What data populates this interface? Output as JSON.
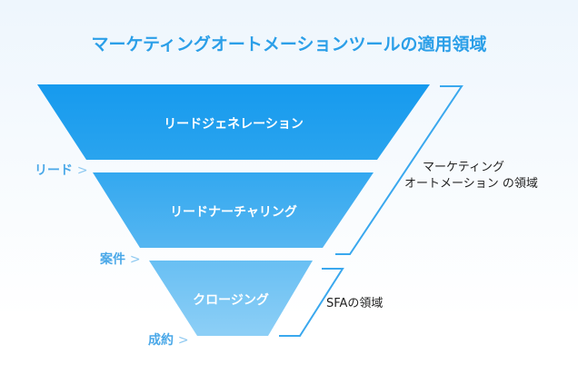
{
  "title": "マーケティングオートメーションツールの適用領域",
  "stages": [
    "リードジェネレーション",
    "リードナーチャリング",
    "クロージング"
  ],
  "milestones": [
    "リード",
    "案件",
    "成約"
  ],
  "chevron": ">",
  "areas": {
    "ma_line1": "マーケティング",
    "ma_line2": "オートメーション の領域",
    "sfa": "SFAの領域"
  },
  "colors": {
    "title": "#2b9fe8",
    "stage1": "#1a9bec",
    "stage2": "#4cb0ef",
    "stage3": "#86cbf5",
    "bracket": "#3aa8ee"
  }
}
